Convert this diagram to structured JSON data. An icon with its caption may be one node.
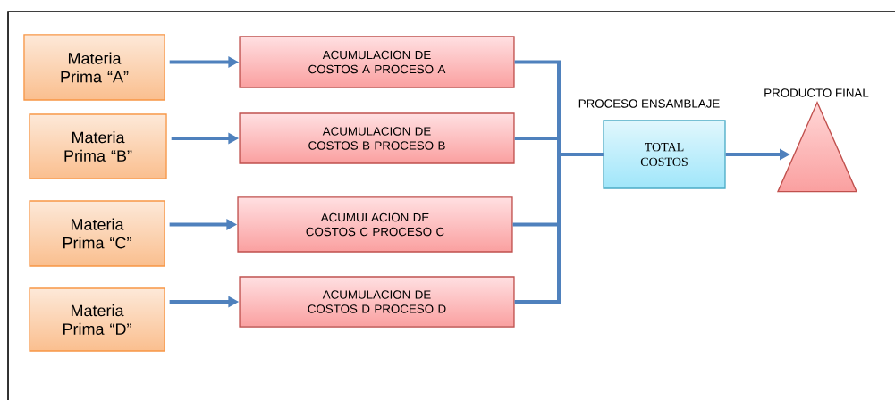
{
  "diagram": {
    "nodes": [
      {
        "text": [
          "Materia Prima “A”"
        ]
      },
      {
        "text": [
          "Materia Prima “B”"
        ]
      },
      {
        "text": [
          "Materia Prima “C”"
        ]
      },
      {
        "text": [
          "Materia Prima “D”"
        ]
      },
      {
        "text": [
          "ACUMULACION DE COSTOS A PROCESO A"
        ]
      },
      {
        "text": [
          "ACUMULACION DE COSTOS B PROCESO B"
        ]
      },
      {
        "text": [
          "ACUMULACION DE COSTOS C PROCESO C"
        ]
      },
      {
        "text": [
          "ACUMULACION DE COSTOS D PROCESO D"
        ]
      },
      {
        "text": [
          "TOTAL COSTOS"
        ],
        "beside": [
          "PROCESO ENSAMBLAJE"
        ]
      },
      {
        "text": [],
        "shape": "triangle",
        "beside": [
          "PRODUCTO FINAL"
        ]
      }
    ],
    "edges": [
      {
        "from": 0,
        "to": 4,
        "arrow": "to"
      },
      {
        "from": 1,
        "to": 5,
        "arrow": "to"
      },
      {
        "from": 2,
        "to": 6,
        "arrow": "to"
      },
      {
        "from": 3,
        "to": 7,
        "arrow": "to"
      },
      {
        "from": 4,
        "to": 8,
        "arrow": "none"
      },
      {
        "from": 5,
        "to": 8,
        "arrow": "none"
      },
      {
        "from": 6,
        "to": 8,
        "arrow": "none"
      },
      {
        "from": 7,
        "to": 8,
        "arrow": "none"
      },
      {
        "from": 8,
        "to": 9,
        "arrow": "to"
      }
    ]
  }
}
